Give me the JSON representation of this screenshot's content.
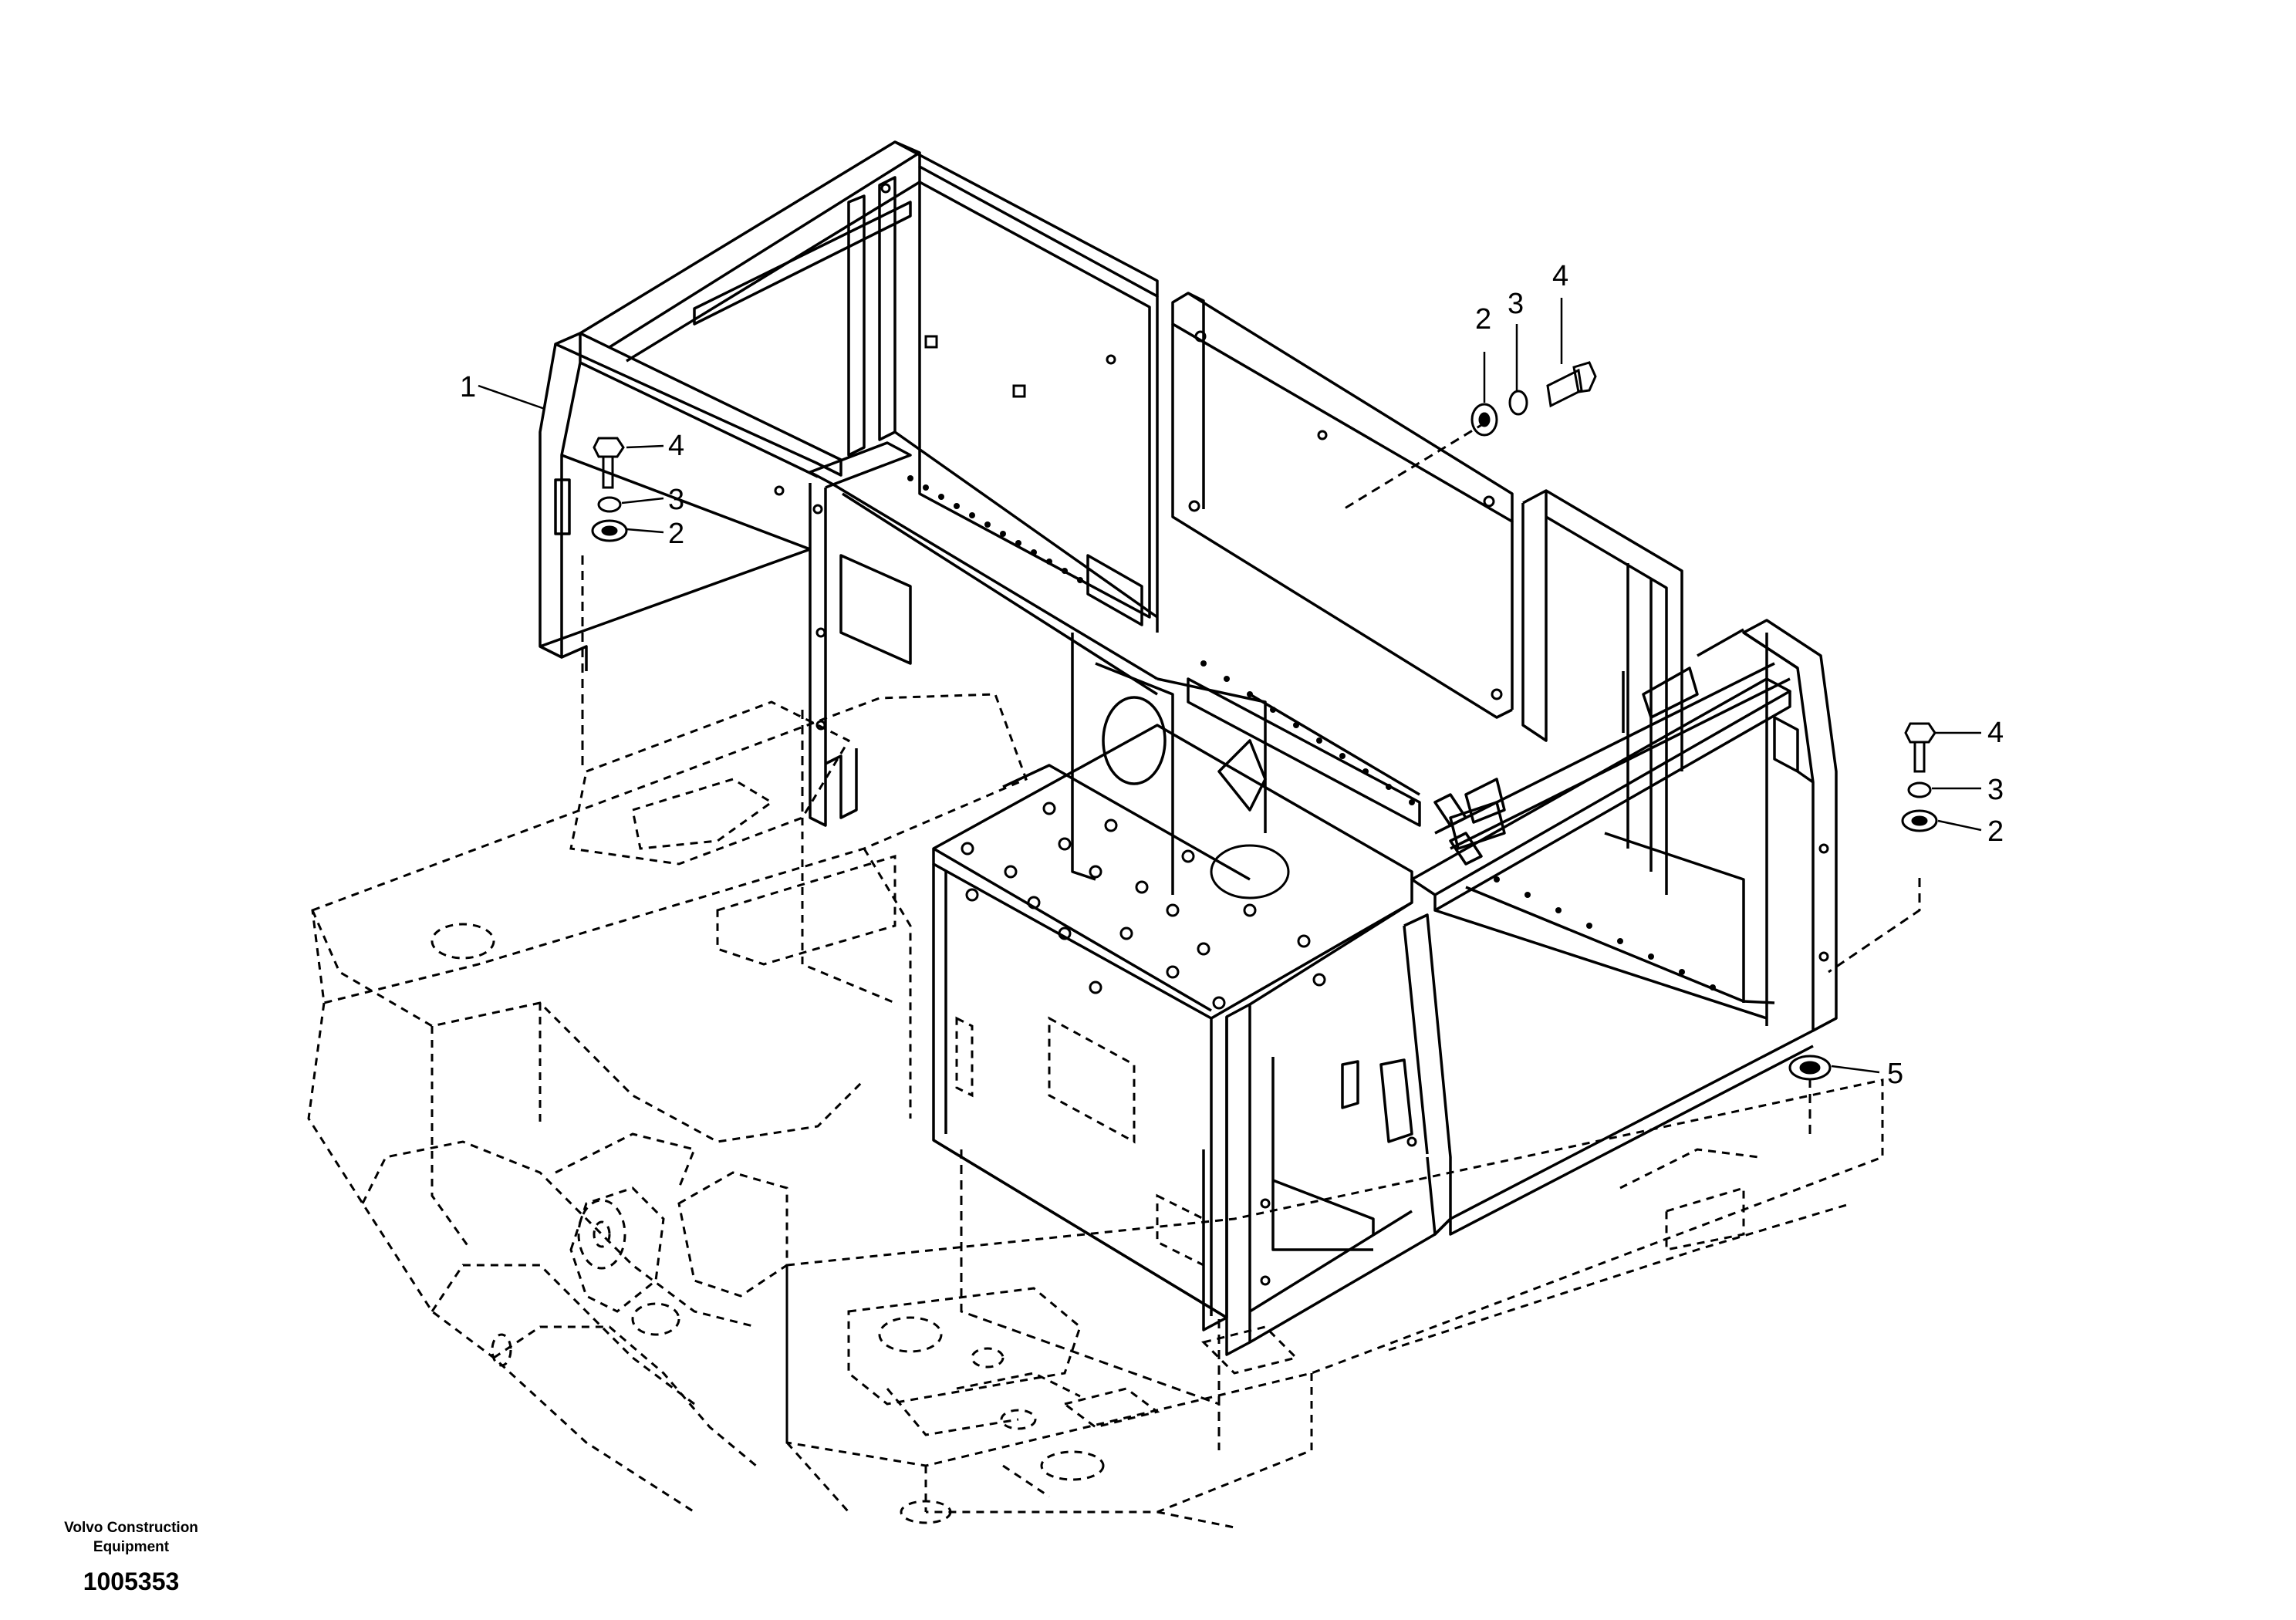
{
  "callouts": {
    "c1": "1",
    "c2a": "2",
    "c3a": "3",
    "c4a": "4",
    "c2b": "2",
    "c3b": "3",
    "c4b": "4",
    "c2c": "2",
    "c3c": "3",
    "c4c": "4",
    "c5": "5"
  },
  "footer": {
    "company_line1": "Volvo Construction",
    "company_line2": "Equipment",
    "doc_number": "1005353"
  },
  "colors": {
    "line": "#000000",
    "background": "#ffffff"
  }
}
